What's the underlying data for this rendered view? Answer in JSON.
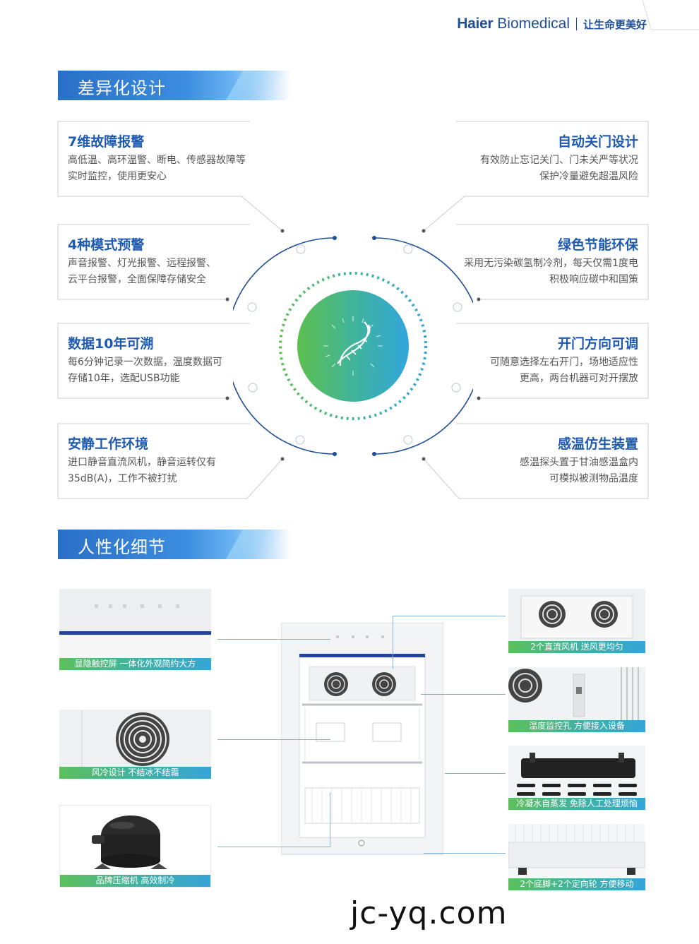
{
  "brand": {
    "name_bold": "Haier",
    "name_rest": "Biomedical",
    "slogan": "让生命更美好"
  },
  "section1": {
    "title": "差异化设计"
  },
  "section2": {
    "title": "人性化细节"
  },
  "features": {
    "f1": {
      "title": "7维故障报警",
      "desc": "高低温、高环温警、断电、传感器故障等\n实时监控，使用更安心"
    },
    "f2": {
      "title": "4种模式预警",
      "desc": "声音报警、灯光报警、远程报警、\n云平台报警，全面保障存储安全"
    },
    "f3": {
      "title": "数据10年可溯",
      "desc": "每6分钟记录一次数据，温度数据可\n存储10年，选配USB功能"
    },
    "f4": {
      "title": "安静工作环境",
      "desc": "进口静音直流风机，静音运转仅有\n35dB(A)，工作不被打扰"
    },
    "f5": {
      "title": "自动关门设计",
      "desc": "有效防止忘记关门、门未关严等状况\n保护冷量避免超温风险"
    },
    "f6": {
      "title": "绿色节能环保",
      "desc": "采用无污染碳氢制冷剂，每天仅需1度电\n积极响应碳中和国策"
    },
    "f7": {
      "title": "开门方向可调",
      "desc": "可随意选择左右开门，场地适应性\n更高，两台机器可对开摆放"
    },
    "f8": {
      "title": "感温仿生装置",
      "desc": "感温探头置于甘油感温盒内\n可模拟被测物品温度"
    }
  },
  "details": {
    "d1": "显隐触控屏 一体化外观简约大方",
    "d2": "风冷设计 不结冰不结霜",
    "d3": "品牌压缩机 高效制冷",
    "d4": "2个直流风机 送风更均匀",
    "d5": "温度监控孔 方便接入设备",
    "d6": "冷凝水自蒸发 免除人工处理烦恼",
    "d7": "2个底脚+2个定向轮 方便移动"
  },
  "footer": {
    "url": "jc-yq.com"
  },
  "colors": {
    "brand_blue": "#1f4f97",
    "title_blue": "#1e5bb0",
    "caption_green": "#5cc05a",
    "caption_blue": "#36a5d8"
  }
}
